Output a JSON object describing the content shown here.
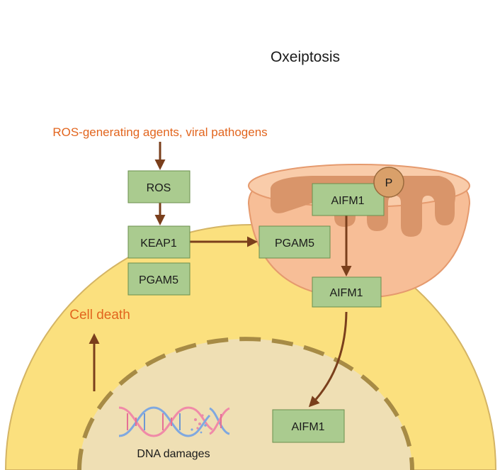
{
  "title": "Oxeiptosis",
  "trigger": "ROS-generating agents, viral pathogens",
  "outcome": "Cell death",
  "nucleus_label": "DNA damages",
  "nodes": {
    "ros": "ROS",
    "keap1": "KEAP1",
    "pgam5_cyto": "PGAM5",
    "pgam5_mito": "PGAM5",
    "aifm1_mito": "AIFM1",
    "aifm1_released": "AIFM1",
    "aifm1_nucleus": "AIFM1",
    "phospho": "P"
  },
  "colors": {
    "cell": "#fbe07e",
    "cell_border": "#d4b464",
    "nucleus": "#efdfb4",
    "nucleus_border": "#a78b45",
    "mito_outer": "#f7be97",
    "mito_inner": "#d9956a",
    "box": "#aacb8f",
    "arrow": "#7a3f1c",
    "text_highlight": "#e2651e"
  }
}
